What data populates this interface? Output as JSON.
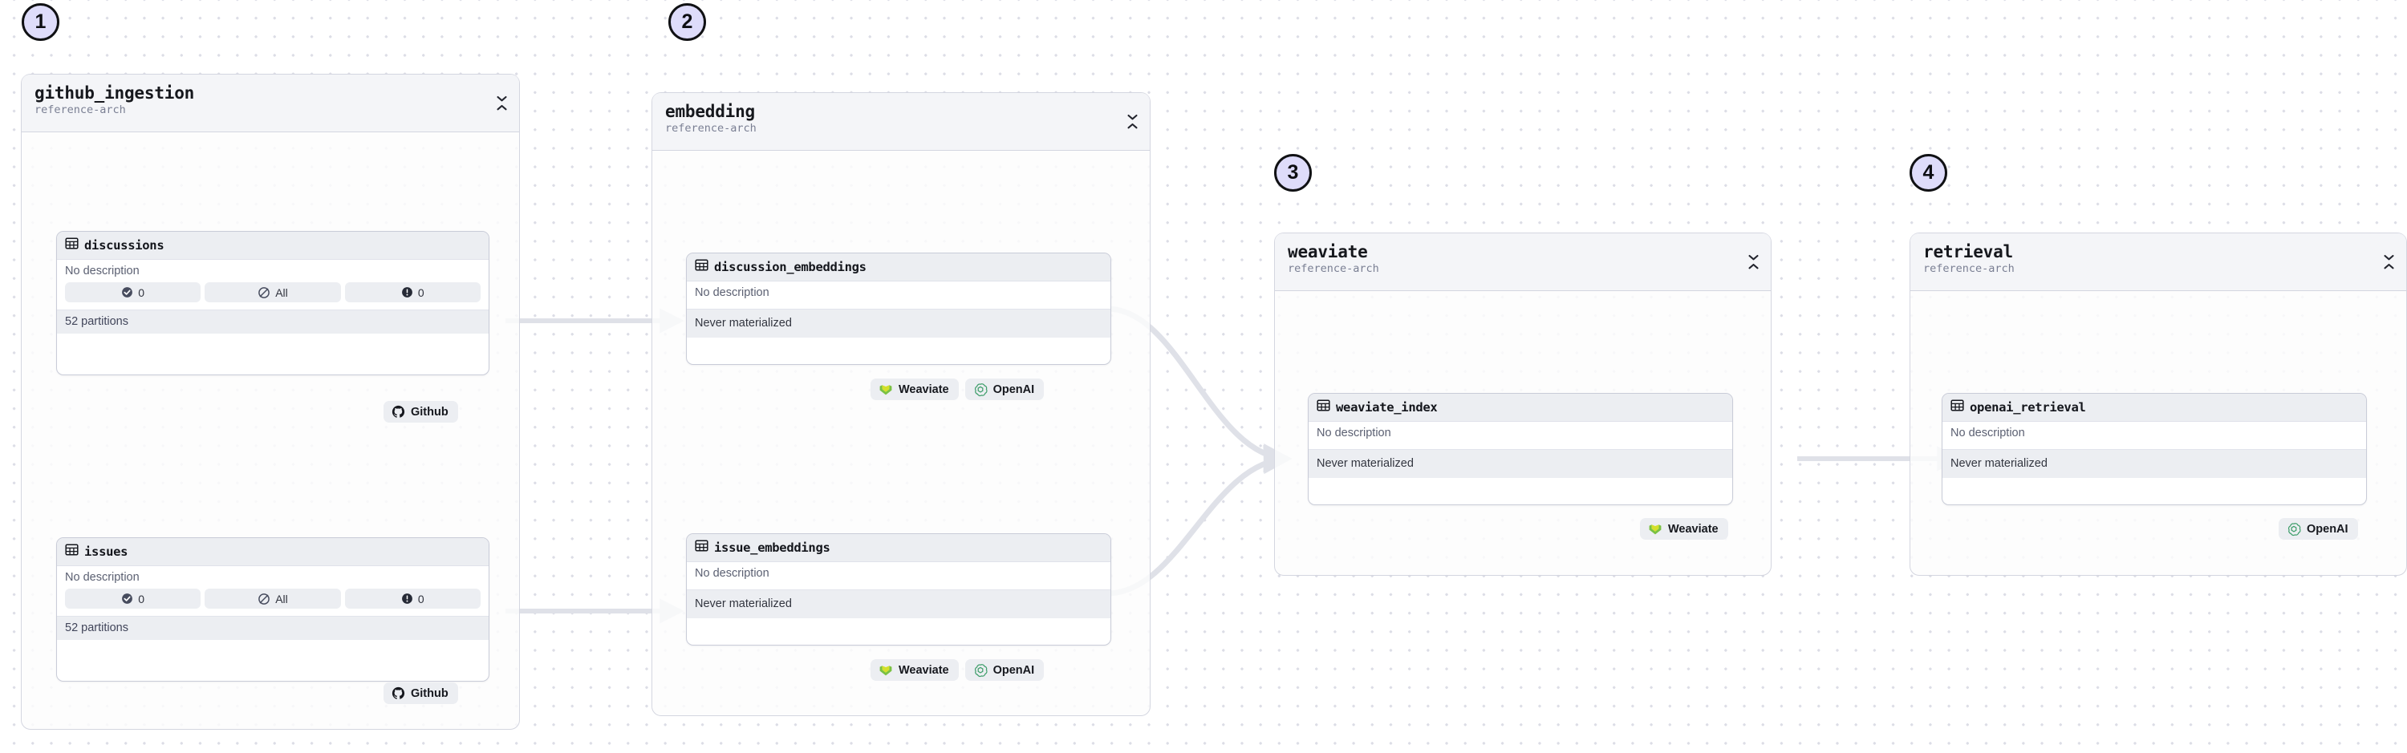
{
  "canvas": {
    "background": "#ffffff",
    "grid_dot_color": "#dcdde6",
    "edge_color": "#dfe1e8"
  },
  "groups": [
    {
      "id": "github_ingestion",
      "badge": "1",
      "title": "github_ingestion",
      "subtitle": "reference-arch",
      "collapse_icon": "chevron-expand-collapse-icon"
    },
    {
      "id": "embedding",
      "badge": "2",
      "title": "embedding",
      "subtitle": "reference-arch",
      "collapse_icon": "chevron-expand-collapse-icon"
    },
    {
      "id": "weaviate",
      "badge": "3",
      "title": "weaviate",
      "subtitle": "reference-arch",
      "collapse_icon": "chevron-expand-collapse-icon"
    },
    {
      "id": "retrieval",
      "badge": "4",
      "title": "retrieval",
      "subtitle": "reference-arch",
      "collapse_icon": "chevron-expand-collapse-icon"
    }
  ],
  "nodes": {
    "discussions": {
      "name": "discussions",
      "icon": "table-icon",
      "description": "No description",
      "pills": [
        {
          "icon": "check-circle-icon",
          "label": "0"
        },
        {
          "icon": "no-schedule-icon",
          "label": "All"
        },
        {
          "icon": "alert-circle-icon",
          "label": "0"
        }
      ],
      "footer": "52 partitions"
    },
    "issues": {
      "name": "issues",
      "icon": "table-icon",
      "description": "No description",
      "pills": [
        {
          "icon": "check-circle-icon",
          "label": "0"
        },
        {
          "icon": "no-schedule-icon",
          "label": "All"
        },
        {
          "icon": "alert-circle-icon",
          "label": "0"
        }
      ],
      "footer": "52 partitions"
    },
    "discussion_embeddings": {
      "name": "discussion_embeddings",
      "icon": "table-icon",
      "description": "No description",
      "footer": "Never materialized"
    },
    "issue_embeddings": {
      "name": "issue_embeddings",
      "icon": "table-icon",
      "description": "No description",
      "footer": "Never materialized"
    },
    "weaviate_index": {
      "name": "weaviate_index",
      "icon": "table-icon",
      "description": "No description",
      "footer": "Never materialized"
    },
    "openai_retrieval": {
      "name": "openai_retrieval",
      "icon": "table-icon",
      "description": "No description",
      "footer": "Never materialized"
    }
  },
  "tags": {
    "github": {
      "label": "Github",
      "icon": "github-icon",
      "color": "#16181e"
    },
    "weaviate": {
      "label": "Weaviate",
      "icon": "weaviate-icon",
      "color": "#7ac143"
    },
    "openai": {
      "label": "OpenAI",
      "icon": "openai-icon",
      "color": "#3f9e6b"
    }
  }
}
